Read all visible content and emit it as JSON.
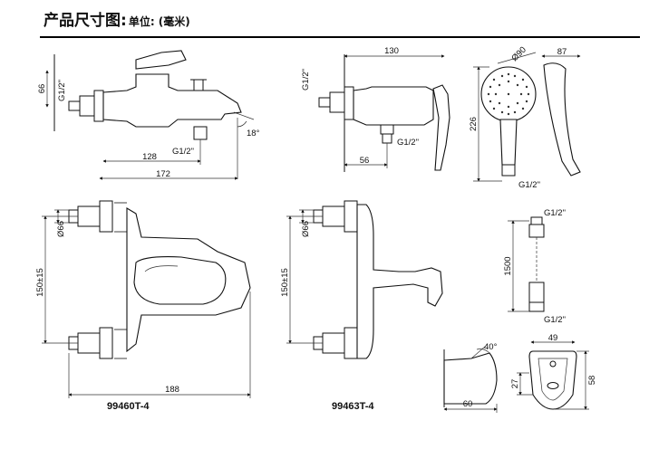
{
  "header": {
    "title": "产品尺寸图:",
    "subtitle": "单位: (毫米)"
  },
  "mixer_side": {
    "dim_height": "66",
    "thread_vertical": "G1/2\"",
    "thread_bottom": "G1/2\"",
    "angle": "18°",
    "dim_spout": "128",
    "dim_total": "172"
  },
  "valve_side": {
    "dim_width": "130",
    "thread_vertical": "G1/2\"",
    "thread_bottom": "G1/2\"",
    "dim_depth": "56"
  },
  "handshower": {
    "dim_diameter": "Ø90",
    "dim_length": "226",
    "dim_depth": "87",
    "thread": "G1/2\""
  },
  "mixer_front": {
    "dim_diameter": "Ø66",
    "dim_centers": "150±15",
    "dim_width": "188",
    "model": "99460T-4"
  },
  "valve_front": {
    "dim_diameter": "Ø66",
    "dim_centers": "150±15",
    "model": "99463T-4"
  },
  "hose": {
    "thread_top": "G1/2\"",
    "length": "1500",
    "thread_bottom": "G1/2\""
  },
  "holder": {
    "angle": "40°",
    "dim_depth": "60",
    "dim_width": "49",
    "dim_height": "58",
    "dim_hole": "27"
  }
}
